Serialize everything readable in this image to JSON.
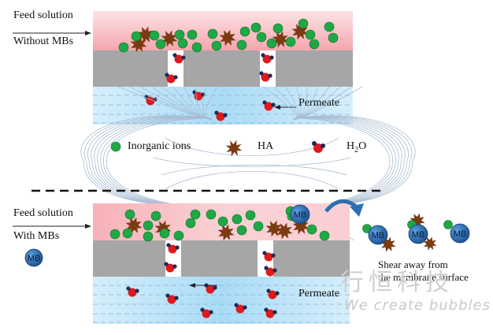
{
  "top_panel": {
    "feed_label": "Feed solution",
    "condition_label": "Without MBs",
    "permeate_label": "Permeate"
  },
  "legend": {
    "ions_label": "Inorganic ions",
    "ha_label": "HA",
    "water_label": "H",
    "water_subscript": "2",
    "water_suffix": "O"
  },
  "bottom_panel": {
    "feed_label": "Feed solution",
    "condition_label": "With MBs",
    "permeate_label": "Permeate",
    "mb_label": "MB",
    "shear_line1": "Shear away from",
    "shear_line2": "the membrane surface"
  },
  "watermark": {
    "chinese": "行恒科技",
    "english": "We create bubbles"
  },
  "colors": {
    "feed_gradient_top": "#ffffff",
    "feed_gradient_bottom": "#f4a6ad",
    "membrane": "#a6a6a6",
    "permeate": "#bfe3f7",
    "ion": "#1fa846",
    "ha": "#7b3a12",
    "water_o": "#e01a1a",
    "water_h": "#1c2a5a",
    "mb": "#1f5fa8",
    "field_lines": "#9fb4cc"
  }
}
